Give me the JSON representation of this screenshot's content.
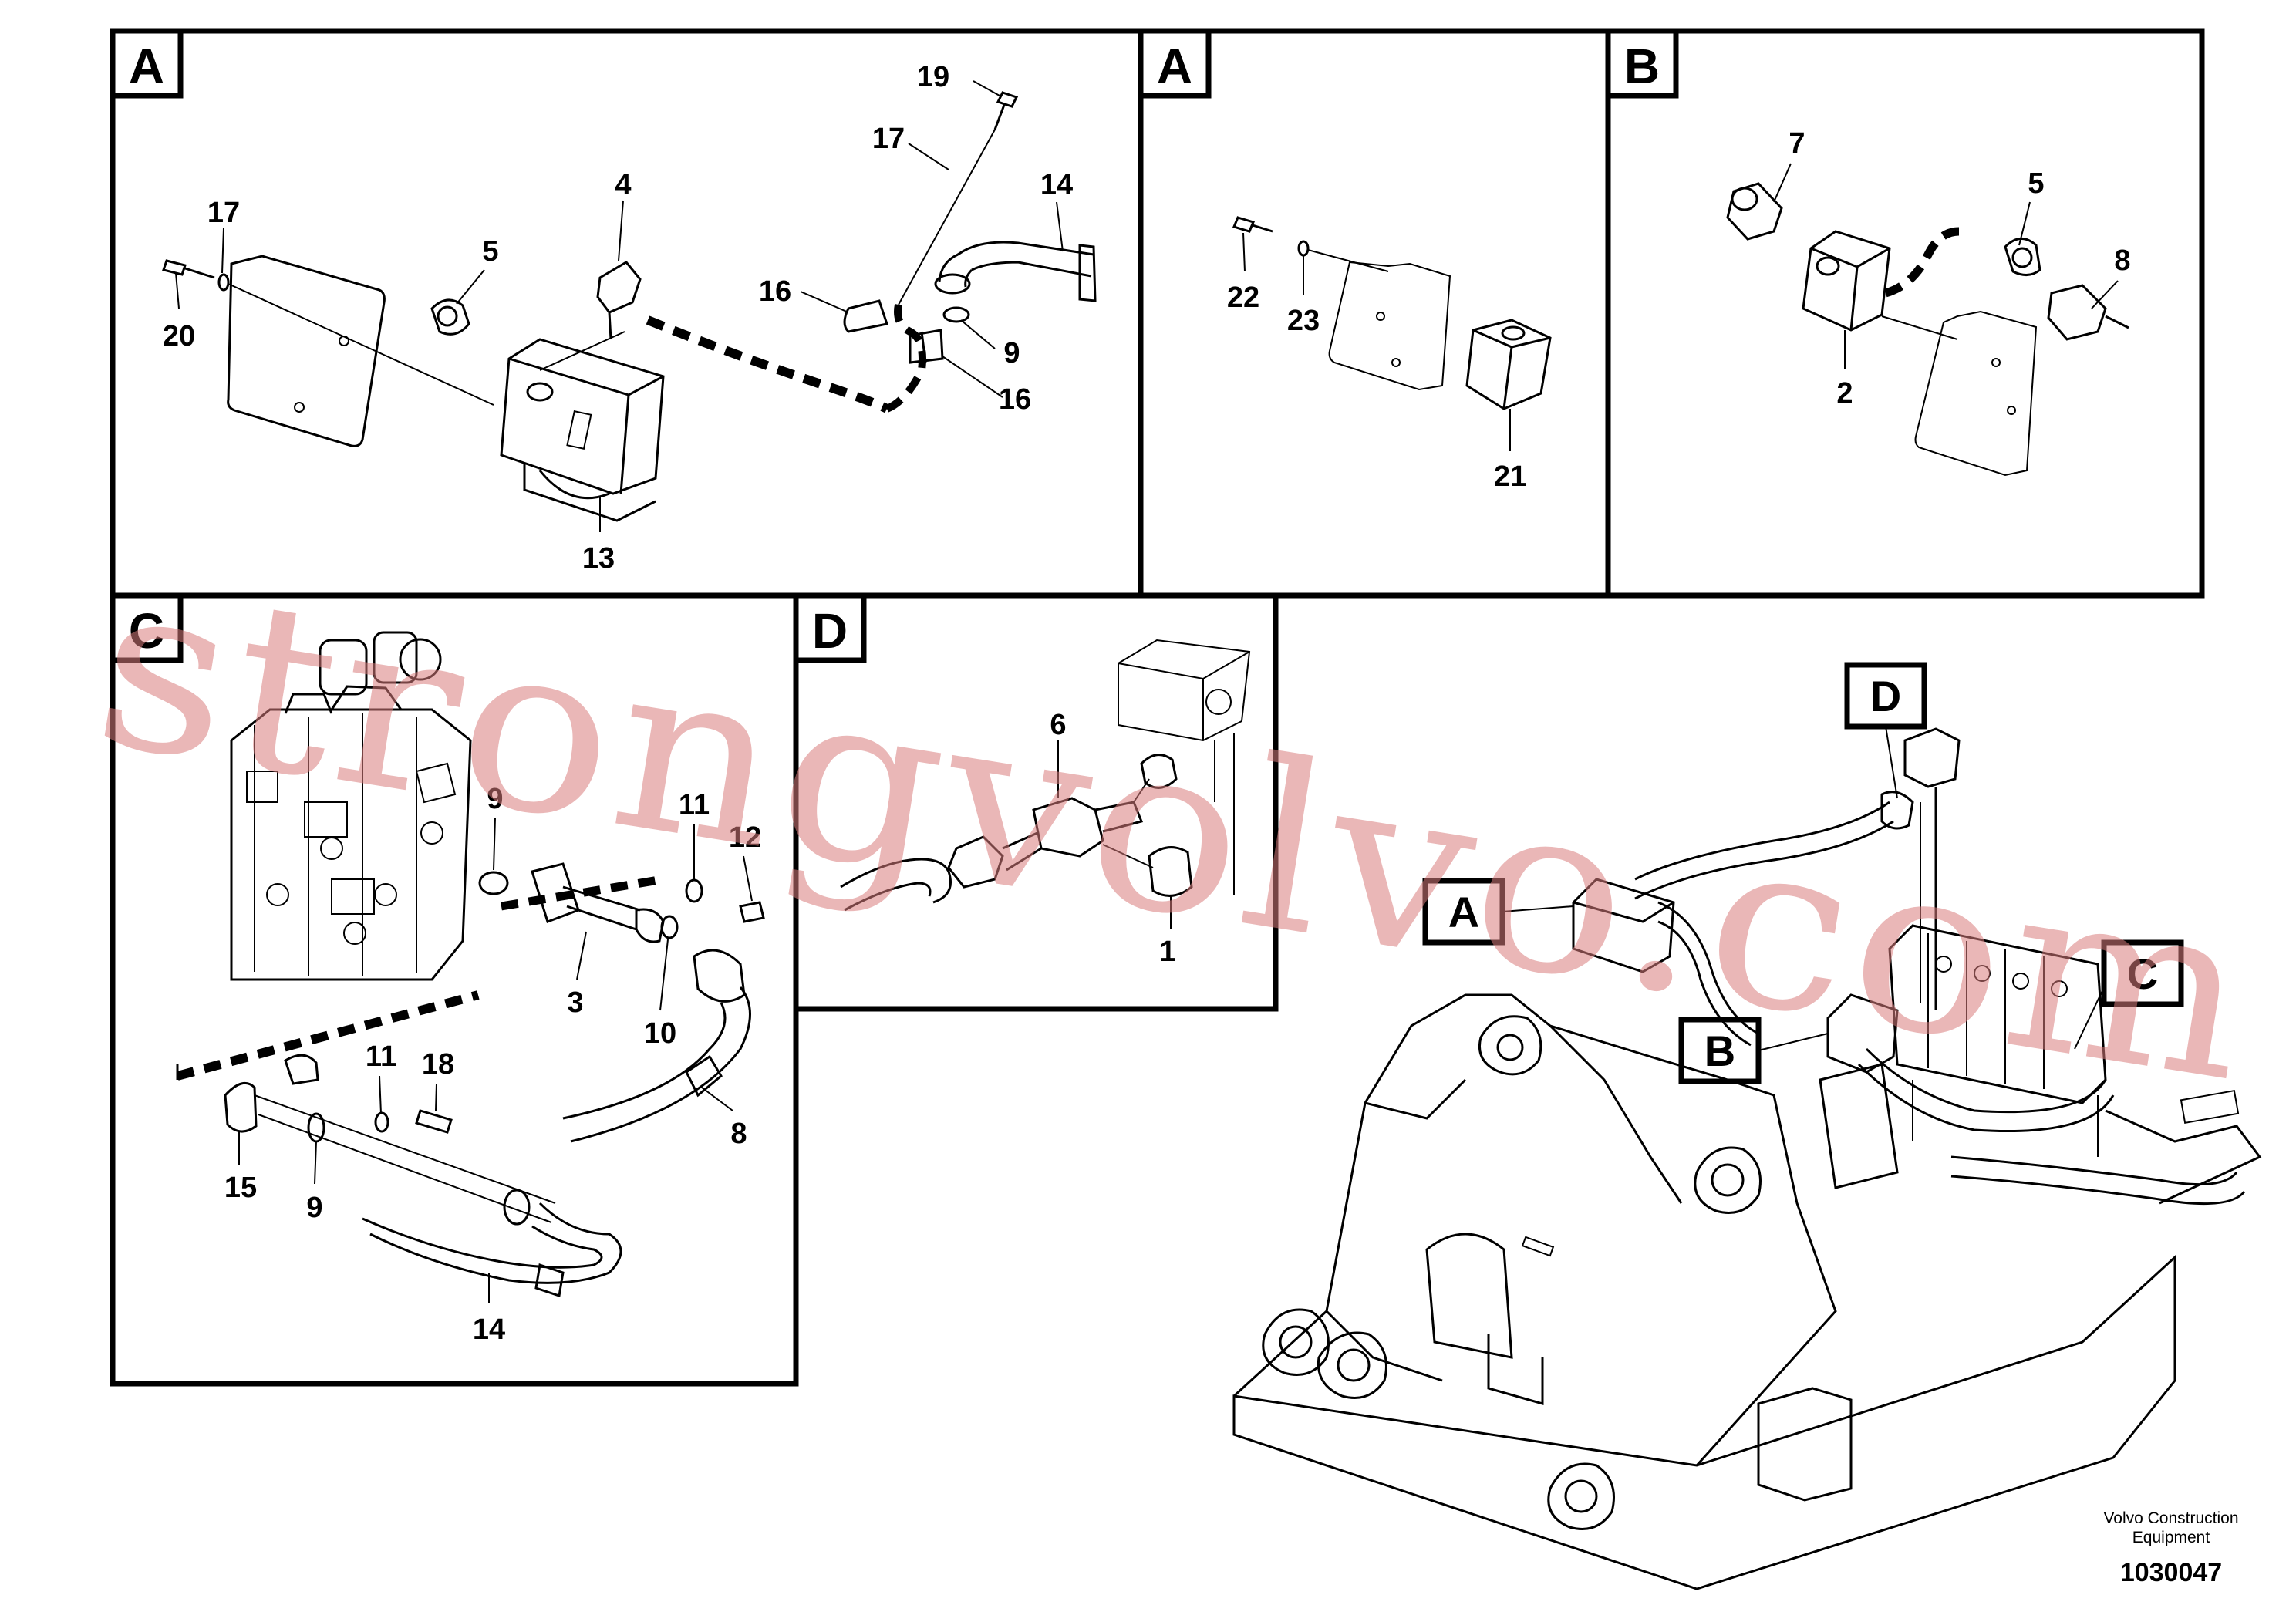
{
  "panels": [
    {
      "id": "A",
      "label": "A"
    },
    {
      "id": "A2",
      "label": "A"
    },
    {
      "id": "B",
      "label": "B"
    },
    {
      "id": "C",
      "label": "C"
    },
    {
      "id": "D",
      "label": "D"
    }
  ],
  "callouts_main": [
    {
      "label": "D"
    },
    {
      "label": "A"
    },
    {
      "label": "B"
    },
    {
      "label": "C"
    }
  ],
  "part_numbers": {
    "A": [
      "19",
      "17",
      "14",
      "17",
      "4",
      "5",
      "16",
      "20",
      "9",
      "16",
      "13"
    ],
    "A2": [
      "22",
      "23",
      "21"
    ],
    "B": [
      "7",
      "5",
      "8",
      "2"
    ],
    "C": [
      "9",
      "11",
      "12",
      "3",
      "10",
      "11",
      "18",
      "8",
      "15",
      "9",
      "14"
    ],
    "D": [
      "6",
      "1"
    ]
  },
  "watermark": "strongvolvo.com",
  "footer": {
    "company_line1": "Volvo Construction",
    "company_line2": "Equipment",
    "drawing_number": "1030047"
  }
}
